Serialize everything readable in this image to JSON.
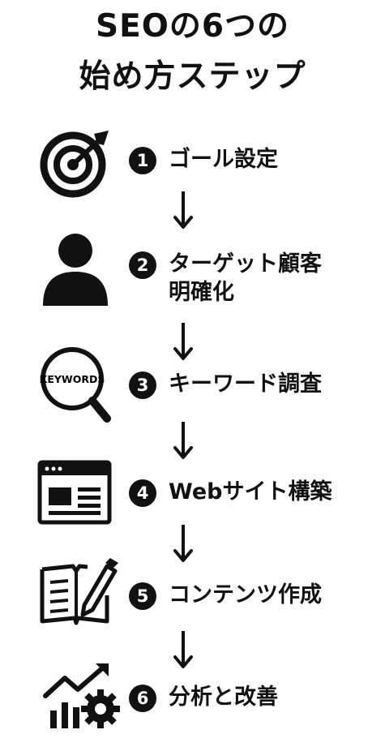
{
  "title": {
    "line1": "SEOの6つの",
    "line2": "始め方ステップ"
  },
  "steps": [
    {
      "number": "1",
      "label": "ゴール設定",
      "icon": "target-icon"
    },
    {
      "number": "2",
      "label_line1": "ターゲット顧客",
      "label_line2": "明確化",
      "icon": "person-icon"
    },
    {
      "number": "3",
      "label": "キーワード調査",
      "icon": "keywords-magnifier-icon",
      "icon_text": "KEYWORDS"
    },
    {
      "number": "4",
      "label": "Webサイト構築",
      "icon": "browser-window-icon"
    },
    {
      "number": "5",
      "label": "コンテンツ作成",
      "icon": "notebook-pencil-icon"
    },
    {
      "number": "6",
      "label": "分析と改善",
      "icon": "growth-chart-gear-icon"
    }
  ],
  "colors": {
    "ink": "#111111",
    "background": "#ffffff",
    "badge_text": "#ffffff"
  }
}
